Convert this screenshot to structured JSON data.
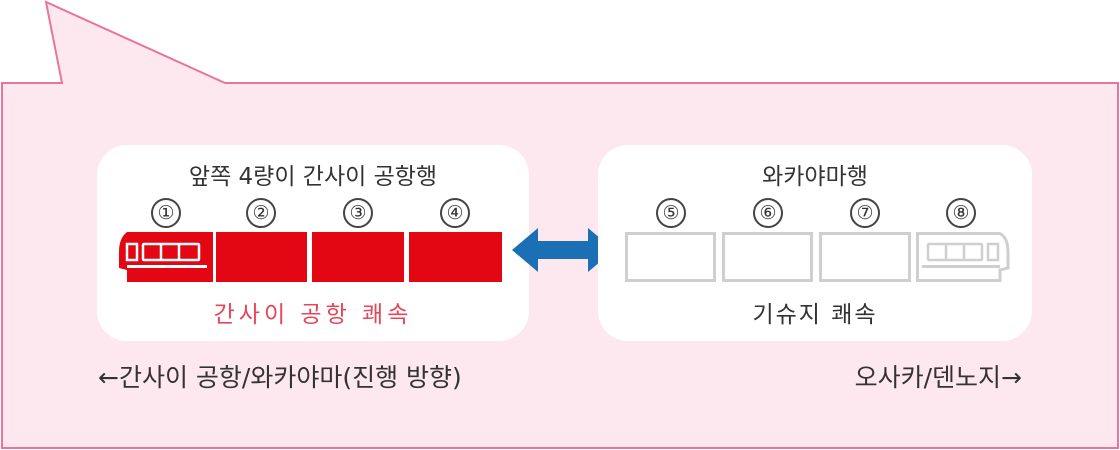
{
  "left_group": {
    "title": "앞쪽 4량이 간사이 공항행",
    "cars": [
      "①",
      "②",
      "③",
      "④"
    ],
    "label": "간사이 공항 쾌속"
  },
  "right_group": {
    "title": "와카야마행",
    "cars": [
      "⑤",
      "⑥",
      "⑦",
      "⑧"
    ],
    "label": "기슈지 쾌속"
  },
  "directions": {
    "left": "←간사이 공항/와카야마(진행 방향)",
    "right": "오사카/덴노지→"
  },
  "colors": {
    "bubble_fill": "#fde8f0",
    "bubble_stroke": "#e8769c",
    "red_car": "#e30613",
    "coupling_arrow": "#1a6fb5"
  },
  "icons": {
    "coupling": "double-arrow-icon",
    "train_front_left": "train-front-icon",
    "train_front_right": "train-front-icon"
  }
}
